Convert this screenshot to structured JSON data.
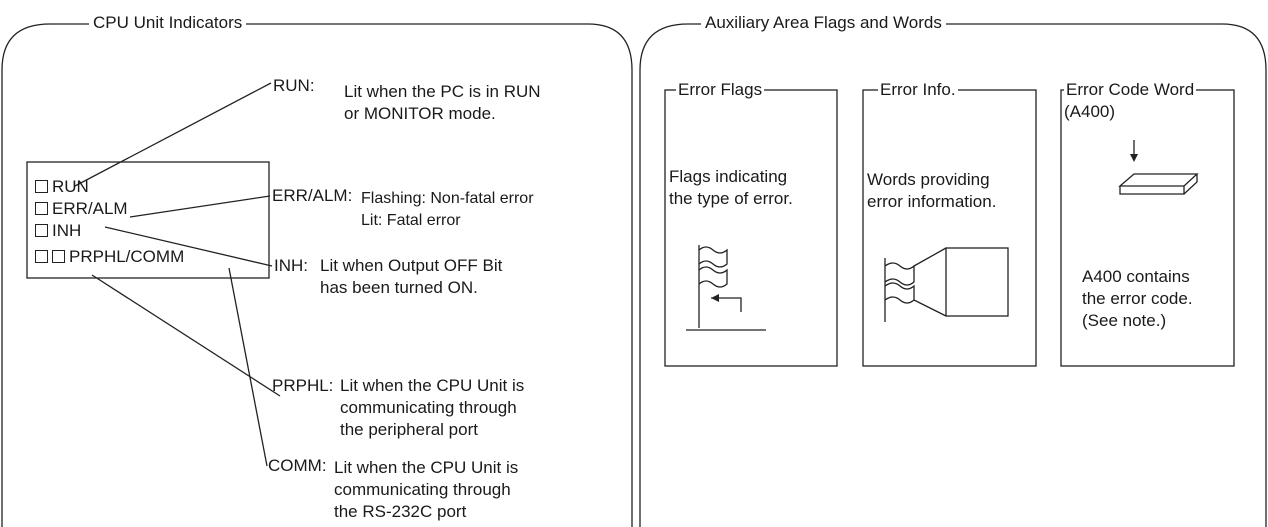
{
  "left_panel": {
    "title": "CPU Unit Indicators",
    "device_rows": [
      {
        "boxes": 1,
        "label": "RUN"
      },
      {
        "boxes": 1,
        "label": "ERR/ALM"
      },
      {
        "boxes": 1,
        "label": "INH"
      },
      {
        "boxes": 2,
        "label": "PRPHL/COMM"
      }
    ],
    "indicators": [
      {
        "name": "RUN:",
        "lines": [
          "Lit when the PC is in RUN",
          "or MONITOR mode."
        ]
      },
      {
        "name": "ERR/ALM:",
        "lines": [
          "Flashing: Non-fatal error",
          "Lit: Fatal error"
        ]
      },
      {
        "name": "INH:",
        "lines": [
          "Lit when Output OFF Bit",
          "has been turned ON."
        ]
      },
      {
        "name": "PRPHL:",
        "lines": [
          "Lit when the CPU Unit is",
          "communicating through",
          "the peripheral port"
        ]
      },
      {
        "name": "COMM:",
        "lines": [
          "Lit when the CPU Unit is",
          "communicating through",
          "the RS-232C port"
        ]
      }
    ]
  },
  "right_panel": {
    "title": "Auxiliary Area Flags and Words",
    "boxes": [
      {
        "title": "Error Flags",
        "lines": [
          "Flags indicating",
          "the type of error."
        ],
        "icon": "flag-icon"
      },
      {
        "title": "Error Info.",
        "lines": [
          "Words providing",
          "error information."
        ],
        "icon": "flag-connector-icon"
      },
      {
        "title": "Error Code Word",
        "subtitle": "(A400)",
        "lines": [
          "A400 contains",
          "the error code.",
          "(See note.)"
        ],
        "icon": "word-block-icon"
      }
    ]
  }
}
